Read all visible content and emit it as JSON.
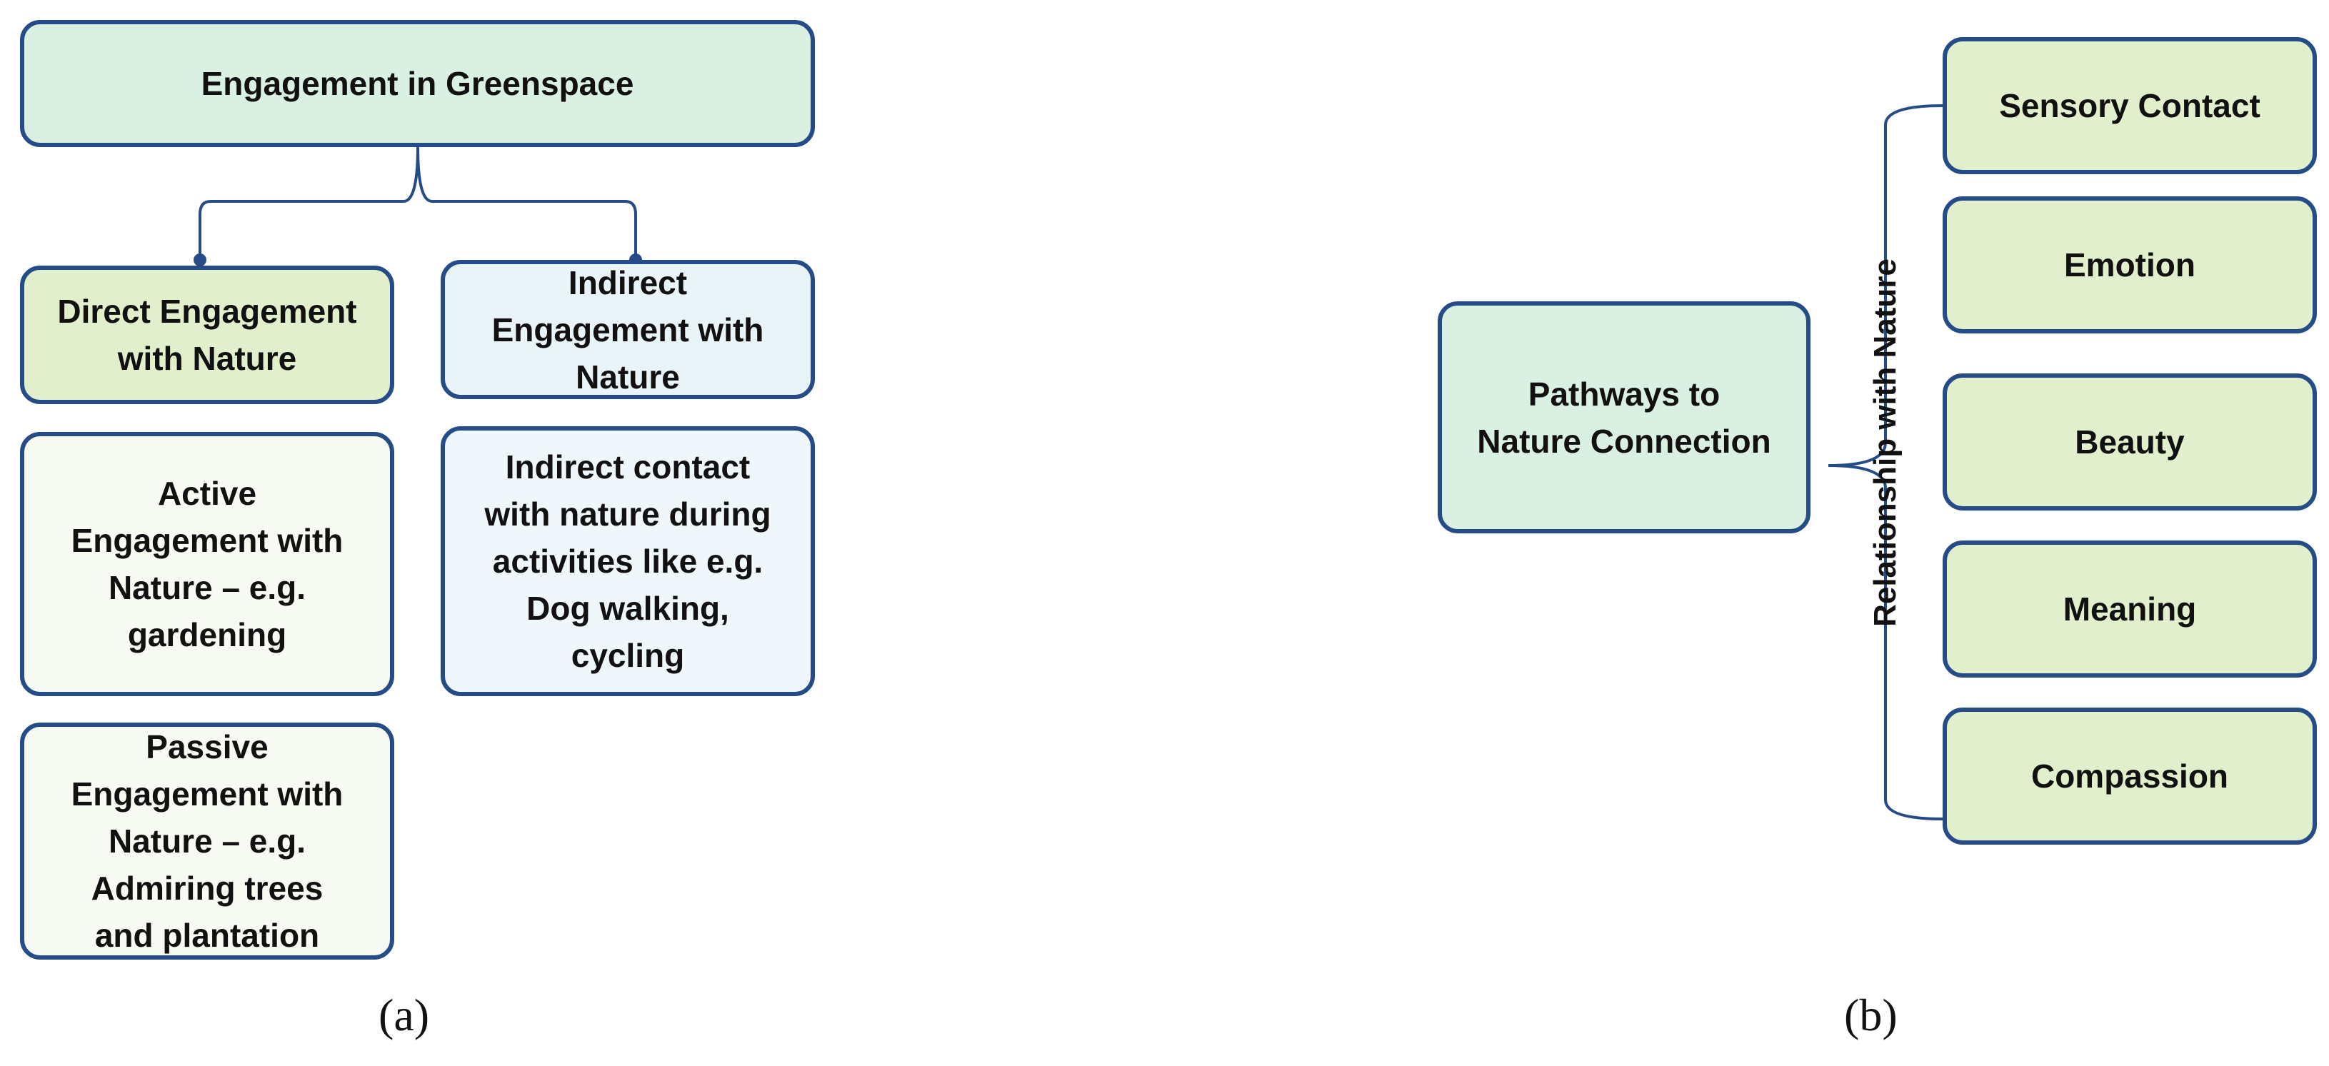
{
  "panel_a": {
    "label": "(a)",
    "root": "Engagement in Greenspace",
    "direct": "Direct  Engagement\nwith Nature",
    "indirect": "Indirect\nEngagement with\nNature",
    "active": "Active\nEngagement with\nNature – e.g.\ngardening",
    "passive": "Passive\nEngagement with\nNature – e.g.\nAdmiring trees\nand plantation",
    "indirect_contact": "Indirect contact\nwith nature during\nactivities like e.g.\nDog walking,\ncycling"
  },
  "panel_b": {
    "label": "(b)",
    "center": "Pathways to\nNature Connection",
    "bracket_label": "Relationship with Nature",
    "items": [
      "Sensory Contact",
      "Emotion",
      "Beauty",
      "Meaning",
      "Compassion"
    ]
  },
  "colors": {
    "border": "#254c86",
    "mint": "#d9f0e3",
    "lime": "#e2efcc",
    "sky": "#e8f4f8"
  }
}
